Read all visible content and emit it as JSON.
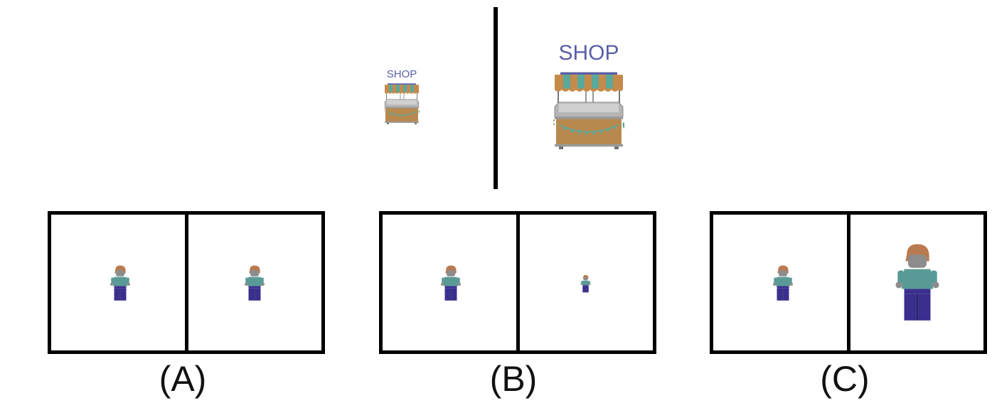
{
  "scene": {
    "reference": {
      "small_shop": {
        "sign": "SHOP"
      },
      "large_shop": {
        "sign": "SHOP"
      }
    },
    "options": [
      {
        "label": "(A)",
        "left_figure": "same",
        "right_figure": "same"
      },
      {
        "label": "(B)",
        "left_figure": "same",
        "right_figure": "smaller"
      },
      {
        "label": "(C)",
        "left_figure": "same",
        "right_figure": "larger"
      }
    ]
  },
  "colors": {
    "sign_text": "#5a5fa6",
    "awning_orange": "#c58a4a",
    "awning_teal": "#5aa89a",
    "cart_wood": "#b8894f",
    "cart_metal": "#8c8c8c",
    "figure_hair": "#b97a4f",
    "figure_skin": "#8c8c8c",
    "figure_shirt": "#5a9a96",
    "figure_pants": "#3a2f8f"
  },
  "icons": [
    "shop-cart-icon",
    "figure-icon"
  ]
}
